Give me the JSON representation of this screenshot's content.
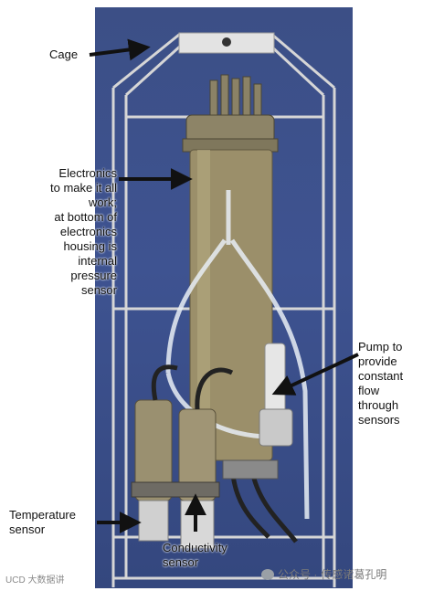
{
  "labels": {
    "cage": "Cage",
    "electronics": "Electronics\nto make it all\nwork;\nat bottom of\nelectronics\nhousing is\ninternal\npressure\nsensor",
    "pump": "Pump to\nprovide\nconstant\nflow\nthrough\nsensors",
    "temperature": "Temperature\nsensor",
    "conductivity": "Conductivity\nsensor"
  },
  "watermark": {
    "left": "UCD 大数据讲",
    "right_prefix": "公众号 · ",
    "right_name": "传感诸葛孔明"
  },
  "colors": {
    "background": "#3e5391",
    "housing": "#9b8f6a",
    "cage": "#d9d9d9",
    "arrow": "#111111"
  }
}
